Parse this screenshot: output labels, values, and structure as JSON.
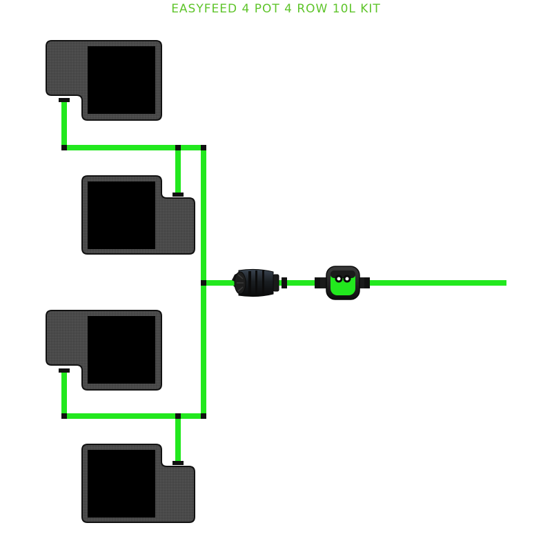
{
  "title": "EASYFEED 4 POT 4 ROW 10L KIT",
  "colors": {
    "title": "#5ec42a",
    "pipe": "#22e81e",
    "pot_body": "#4a4a4a",
    "pot_outline": "#111111",
    "pot_soil": "#000000",
    "connector": "#111111",
    "valve_face": "#22e81e",
    "filter_body": "#1c1c1c"
  },
  "icons": {
    "pot": "planting-pot-icon",
    "filter": "inline-filter-icon",
    "valve": "flow-valve-icon",
    "connector": "pipe-connector-icon"
  },
  "diagram": {
    "pots": 4,
    "rows": 4,
    "volume": "10L"
  }
}
